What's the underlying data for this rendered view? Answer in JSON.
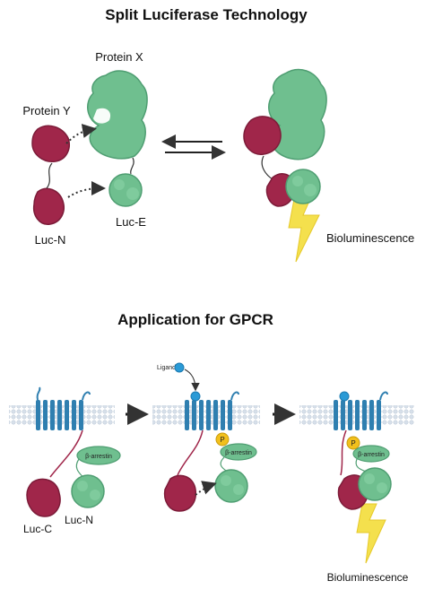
{
  "top": {
    "title": "Split Luciferase Technology",
    "protein_x": "Protein X",
    "protein_y": "Protein Y",
    "luc_n": "Luc-N",
    "luc_e": "Luc-E",
    "bioluminescence": "Bioluminescence"
  },
  "bottom": {
    "title": "Application for GPCR",
    "ligand": "Ligand",
    "arrestin": "β-arrestin",
    "p_label": "P",
    "luc_c": "Luc-C",
    "luc_n": "Luc-N",
    "bioluminescence": "Bioluminescence"
  },
  "colors": {
    "green": "#6fbf8f",
    "green_dark": "#4f9e72",
    "maroon": "#a0264a",
    "receptor_blue": "#2f7fb0",
    "membrane": "#c9d6e3",
    "bolt": "#f4e04d",
    "phosphate": "#f2c01c",
    "ligand": "#2a9ad6"
  }
}
